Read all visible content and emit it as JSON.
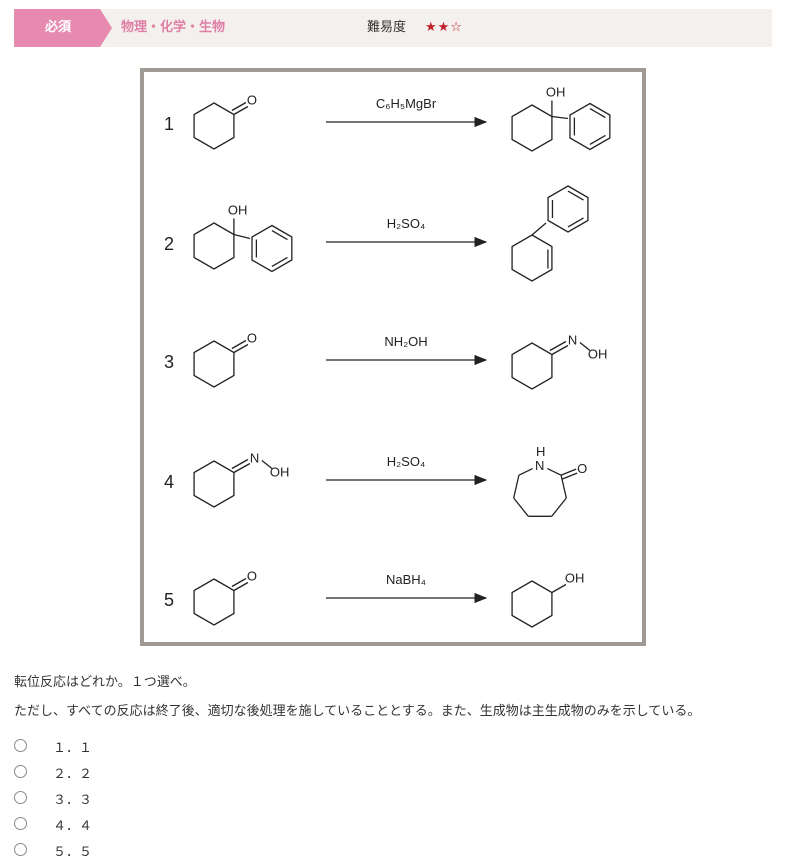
{
  "header": {
    "badge": "必須",
    "subject": "物理・化学・生物",
    "difficulty_label": "難易度",
    "difficulty_stars": "★★☆",
    "badge_color": "#e68ab0",
    "subject_color": "#e07fa6",
    "star_color": "#c0202a"
  },
  "scheme": {
    "rows": [
      {
        "number": "1",
        "reagent": "C₆H₅MgBr",
        "start_label": "O",
        "product_label": "OH"
      },
      {
        "number": "2",
        "reagent": "H₂SO₄",
        "start_label": "OH"
      },
      {
        "number": "3",
        "reagent": "NH₂OH",
        "start_label": "O",
        "product_n": "N",
        "product_oh": "OH"
      },
      {
        "number": "4",
        "reagent": "H₂SO₄",
        "start_n": "N",
        "start_oh": "OH",
        "product_h": "H",
        "product_n": "N",
        "product_o": "O"
      },
      {
        "number": "5",
        "reagent": "NaBH₄",
        "start_label": "O",
        "product_label": "OH"
      }
    ]
  },
  "question": {
    "line1": "転位反応はどれか。１つ選べ。",
    "line2": "ただし、すべての反応は終了後、適切な後処理を施していることとする。また、生成物は主生成物のみを示している。"
  },
  "options": [
    {
      "label": "１．１"
    },
    {
      "label": "２．２"
    },
    {
      "label": "３．３"
    },
    {
      "label": "４．４"
    },
    {
      "label": "５．５"
    }
  ]
}
